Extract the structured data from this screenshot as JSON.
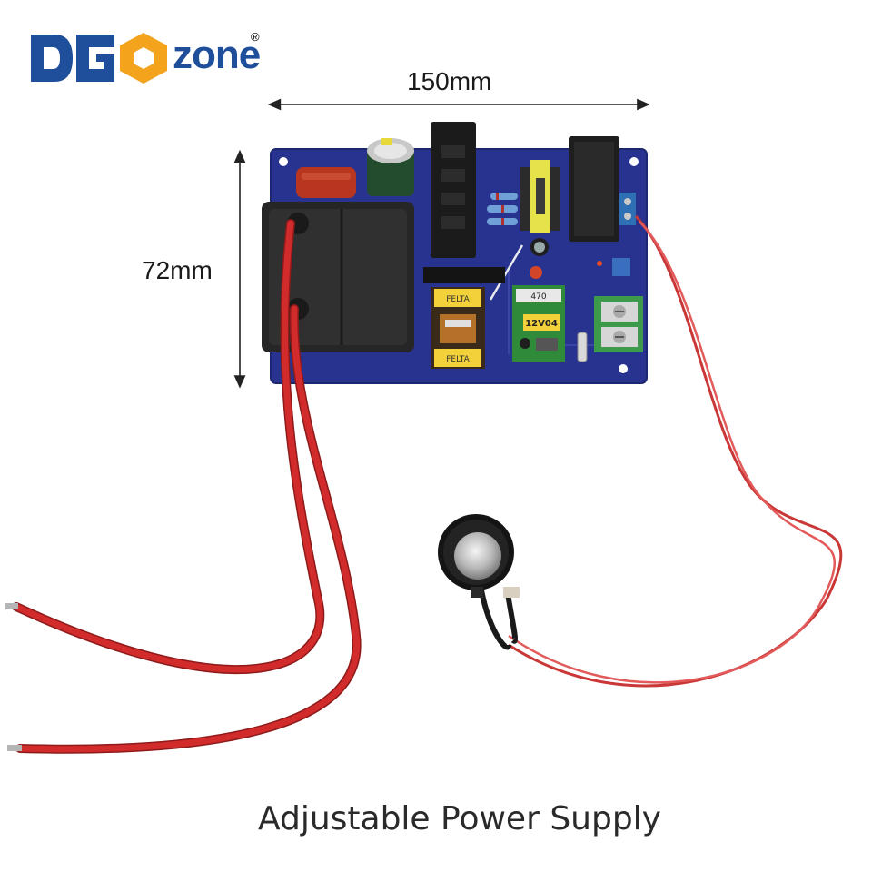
{
  "logo": {
    "letters": "DG",
    "word": "zone",
    "registered": "®",
    "colors": {
      "blue": "#1f4f9a",
      "orange": "#f3a31c"
    }
  },
  "dimensions": {
    "width_label": "150mm",
    "height_label": "72mm"
  },
  "board": {
    "transformer_label_1": "FELTA",
    "transformer_label_2": "FELTA",
    "module_label_top": "470",
    "module_label_main": "12V04",
    "colors": {
      "pcb": "#27338f",
      "wire": "#d12b2b",
      "terminal_green": "#3d9a4a",
      "terminal_blue": "#2f6fb3"
    }
  },
  "caption": "Adjustable Power Supply"
}
